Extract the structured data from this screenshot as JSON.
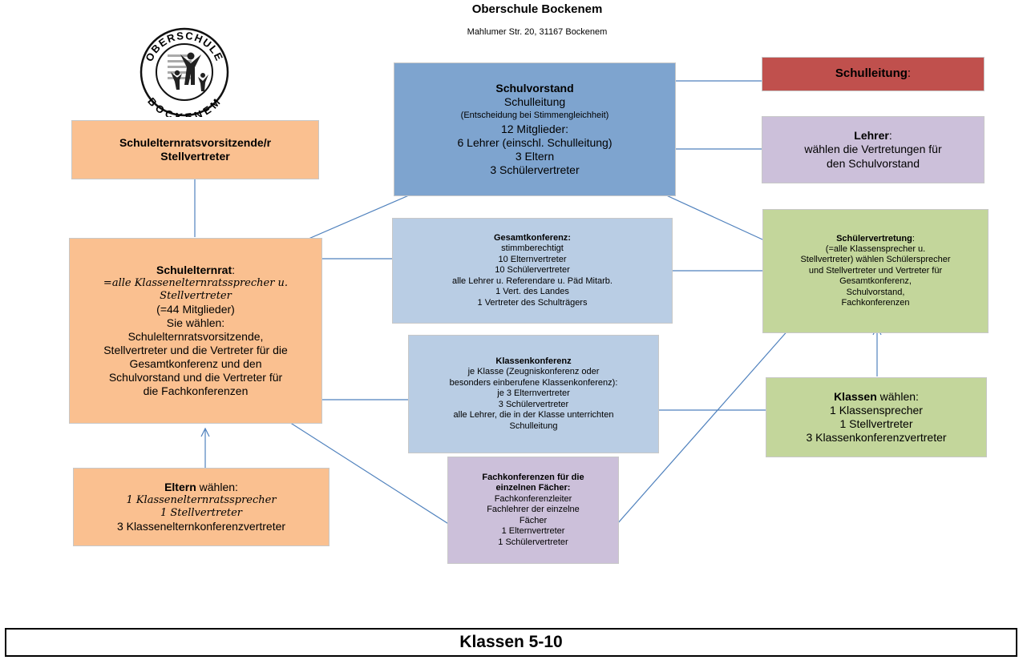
{
  "header": {
    "title": "Oberschule Bockenem",
    "address": "Mahlumer Str. 20, 31167 Bockenem"
  },
  "logo": {
    "top_text": "OBERSCHULE",
    "bottom_text": "BOCKENEM",
    "icon": "school-people-icon"
  },
  "colors": {
    "schulvorstand": "#7ea4cf",
    "konferenz": "#b9cde4",
    "schulleitung": "#c0504d",
    "lehrer": "#ccc0da",
    "fachkonferenz": "#ccc0da",
    "schueler": "#c3d69b",
    "eltern": "#fac090",
    "arrow": "#4f81bd"
  },
  "boxes": {
    "schulvorstand": {
      "heading": "Schulvorstand",
      "lines": [
        "Schulleitung",
        "(Entscheidung bei Stimmengleichheit)",
        "12 Mitglieder:",
        "6 Lehrer (einschl. Schulleitung)",
        "3 Eltern",
        "3 Schülervertreter"
      ]
    },
    "schulleitung": {
      "heading": "Schulleitung",
      "suffix": ":"
    },
    "lehrer": {
      "heading": "Lehrer",
      "suffix": ":",
      "lines": [
        "wählen die Vertretungen für",
        "den Schulvorstand"
      ]
    },
    "schulelternratsvorsitz": {
      "lines": [
        "Schulelternratsvorsitzende/r",
        "Stellvertreter"
      ]
    },
    "schulelternrat": {
      "heading": "Schulelternrat",
      "suffix": ":",
      "italic_lines": [
        "=alle Klassenelternratssprecher u.",
        "Stellvertreter"
      ],
      "lines": [
        "(=44 Mitglieder)",
        "Sie wählen:",
        "Schulelternratsvorsitzende,",
        "Stellvertreter und die Vertreter für die",
        "Gesamtkonferenz und den",
        "Schulvorstand und die Vertreter für",
        "die Fachkonferenzen"
      ]
    },
    "gesamtkonferenz": {
      "heading": "Gesamtkonferenz:",
      "lines": [
        "stimmberechtigt",
        "10 Elternvertreter",
        "10 Schülervertreter",
        "alle Lehrer u. Referendare u. Päd Mitarb.",
        "1 Vert. des Landes",
        "1 Vertreter des Schulträgers"
      ]
    },
    "klassenkonferenz": {
      "heading": "Klassenkonferenz",
      "lines": [
        "je Klasse (Zeugniskonferenz oder",
        "besonders einberufene Klassenkonferenz):",
        "je 3 Elternvertreter",
        "3 Schülervertreter",
        "alle Lehrer, die in der Klasse unterrichten",
        "Schulleitung"
      ]
    },
    "fachkonferenzen": {
      "heading_lines": [
        "Fachkonferenzen für die",
        "einzelnen Fächer:"
      ],
      "lines": [
        "Fachkonferenzleiter",
        "Fachlehrer der einzelne",
        "Fächer",
        "1 Elternvertreter",
        "1 Schülervertreter"
      ]
    },
    "schuelervertretung": {
      "heading": "Schülervertretung",
      "suffix": ":",
      "lines": [
        "(=alle Klassensprecher  u.",
        "Stellvertreter) wählen Schülersprecher",
        "und Stellvertreter und Vertreter für",
        "Gesamtkonferenz,",
        "Schulvorstand,",
        "Fachkonferenzen"
      ]
    },
    "klassen": {
      "heading": "Klassen",
      "suffix": " wählen:",
      "lines": [
        "1 Klassensprecher",
        "1 Stellvertreter",
        "3 Klassenkonferenzvertreter"
      ]
    },
    "eltern": {
      "heading": "Eltern",
      "suffix": " wählen:",
      "italic_lines": [
        "1 Klassenelternratssprecher",
        "1 Stellvertreter"
      ],
      "lines": [
        "3 Klassenelternkonferenzvertreter"
      ]
    }
  },
  "footer": {
    "label": "Klassen 5-10"
  }
}
